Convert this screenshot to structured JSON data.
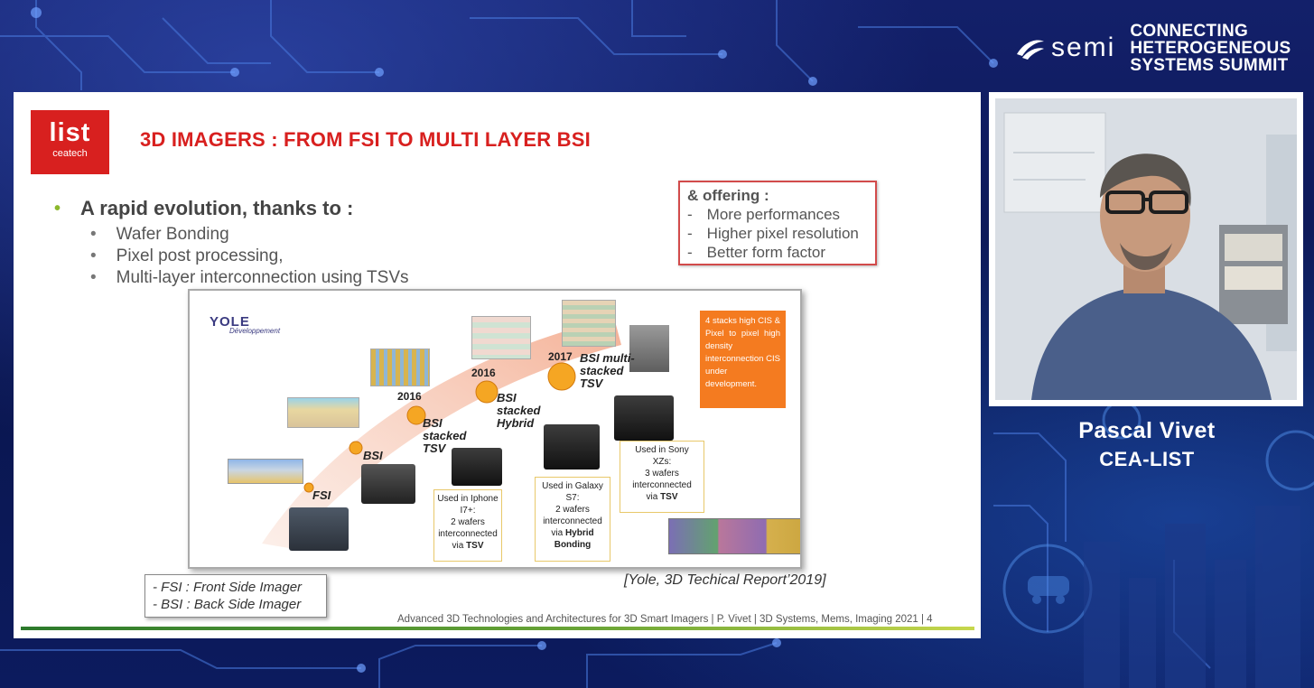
{
  "brand": {
    "logo_text": "semi",
    "summit_lines": [
      "CONNECTING",
      "HETEROGENEOUS",
      "SYSTEMS SUMMIT"
    ]
  },
  "slide": {
    "logo": {
      "main": "list",
      "sub": "ceatech"
    },
    "title": "3D IMAGERS : FROM FSI TO MULTI LAYER BSI",
    "main_bullet": "A rapid evolution, thanks to :",
    "sub_bullets": [
      "Wafer Bonding",
      "Pixel post processing,",
      "Multi-layer interconnection using TSVs"
    ],
    "offering": {
      "title": "& offering :",
      "items": [
        "More performances",
        "Higher pixel resolution",
        "Better form factor"
      ]
    },
    "figure": {
      "source_logo": "YOLE",
      "source_logo_sub": "Développement",
      "stages": [
        "FSI",
        "BSI",
        "BSI stacked TSV",
        "BSI stacked Hybrid",
        "BSI multi-stacked TSV"
      ],
      "years": [
        "2016",
        "2016",
        "2017"
      ],
      "orange_note": "4 stacks high CIS & Pixel to pixel high density interconnection CIS under development.",
      "boxes": [
        {
          "lines": [
            "Used in Iphone",
            "I7+:",
            "2 wafers",
            "interconnected",
            "via"
          ],
          "bold": "TSV"
        },
        {
          "lines": [
            "Used in Galaxy",
            "S7:",
            "2 wafers",
            "interconnected",
            "via"
          ],
          "bold": "Hybrid Bonding"
        },
        {
          "lines": [
            "Used in Sony",
            "XZs:",
            "3 wafers",
            "interconnected",
            "via"
          ],
          "bold": "TSV"
        }
      ]
    },
    "caption": "[Yole, 3D Techical Report’2019]",
    "legend": [
      "- FSI : Front Side Imager",
      "- BSI : Back Side Imager"
    ],
    "footer": "Advanced 3D Technologies and Architectures for 3D Smart Imagers | P. Vivet | 3D Systems, Mems, Imaging 2021   | 4"
  },
  "speaker": {
    "name": "Pascal Vivet",
    "org": "CEA-LIST"
  },
  "colors": {
    "accent_red": "#d8201f",
    "bullet_green": "#8cb82c",
    "figure_orange": "#f47b20",
    "background_navy": "#0b1a55"
  }
}
